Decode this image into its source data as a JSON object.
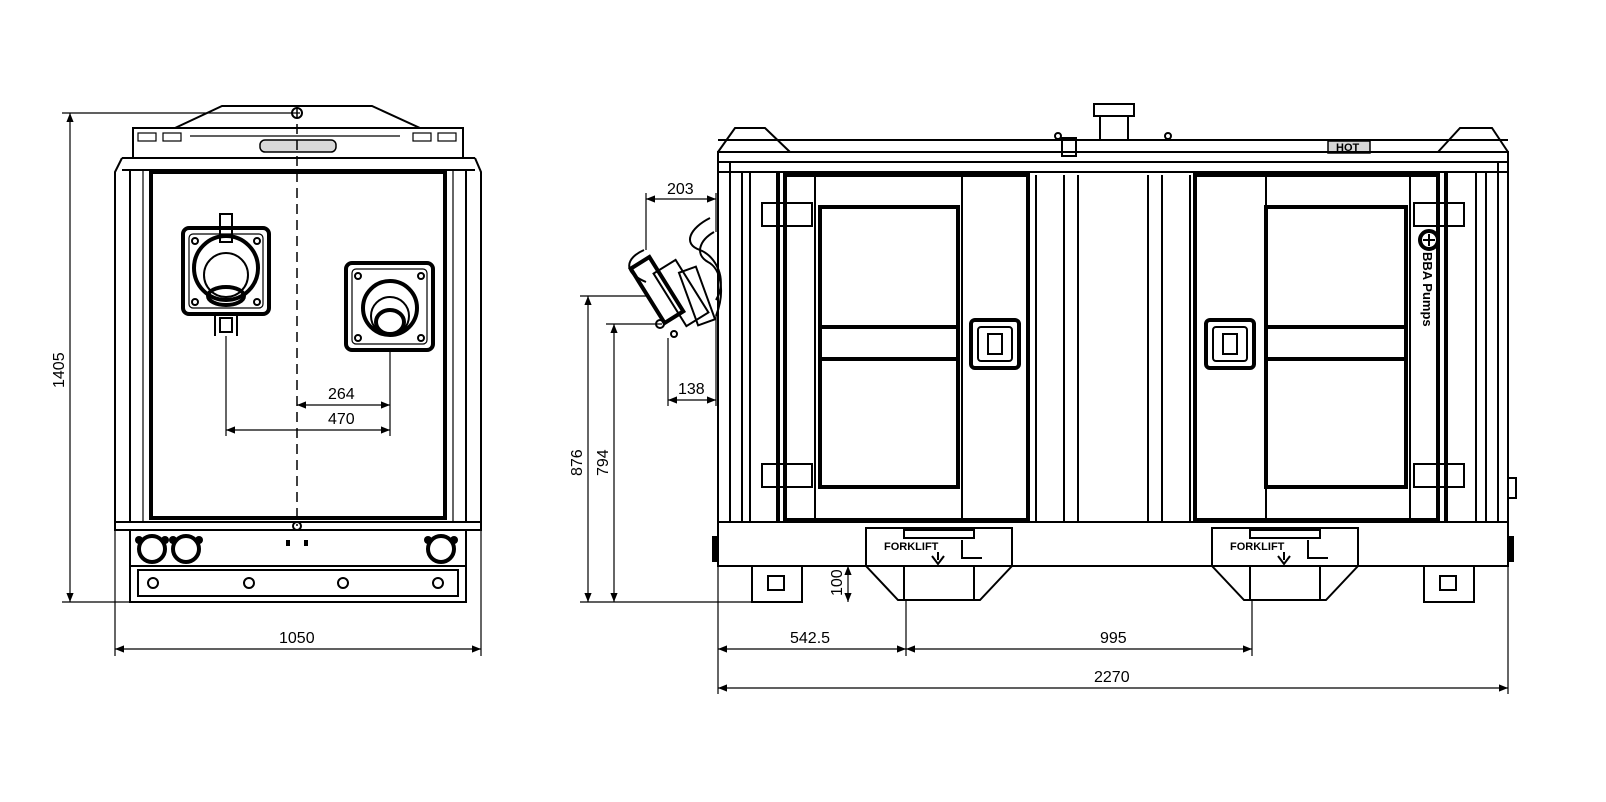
{
  "dimensions": {
    "front_width": "1050",
    "front_height": "1405",
    "socket_spacing_264": "264",
    "socket_spacing_470": "470",
    "hose_offset_203": "203",
    "hose_offset_138": "138",
    "height_876": "876",
    "height_794": "794",
    "forklift_height": "100",
    "forklift_offset": "542.5",
    "forklift_spacing": "995",
    "total_length": "2270"
  },
  "markings": {
    "forklift_left": "FORKLIFT",
    "forklift_right": "FORKLIFT",
    "brand": "BBA Pumps",
    "hot_label": "HOT"
  }
}
